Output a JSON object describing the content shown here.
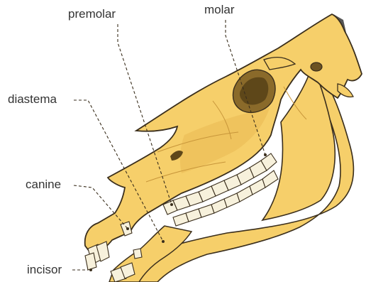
{
  "diagram": {
    "labels": {
      "premolar": "premolar",
      "molar": "molar",
      "diastema": "diastema",
      "canine": "canine",
      "incisor": "incisor"
    },
    "colors": {
      "bone": "#f6cf6a",
      "bone_shadow": "#e6b44e",
      "outline": "#3a2e1c",
      "tooth": "#f7f1dc",
      "label_text": "#333333",
      "leader_line": "#3a2e1c"
    }
  }
}
